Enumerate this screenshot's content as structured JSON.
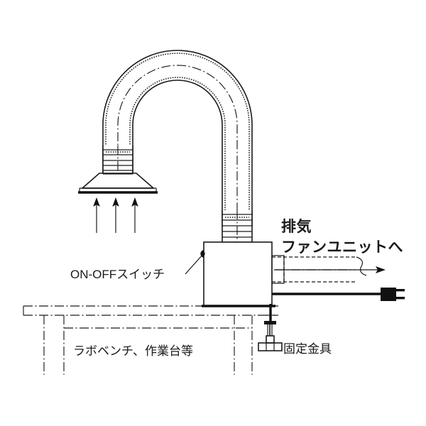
{
  "diagram": {
    "title": "Fume extraction arm bench mount diagram",
    "background_color": "#ffffff",
    "line_color": "#1a1a1a",
    "labels": {
      "switch": "ON-OFFスイッチ",
      "exhaust_line1": "排気",
      "exhaust_line2": "ファンユニットへ",
      "bench": "ラボベンチ、作業台等",
      "bracket": "固定金具"
    },
    "parts": {
      "hood": "intake-hood",
      "flex_arm": "flexible-duct-arm",
      "corrugated_upper": "corrugated-collar-upper",
      "corrugated_lower": "corrugated-collar-lower",
      "body": "blower-body-box",
      "switch_knob": "on-off-switch-knob",
      "outlet_duct": "exhaust-outlet-duct",
      "flow_arrow": "exhaust-flow-arrow",
      "power_cord": "power-cord",
      "plug": "power-plug",
      "bench": "lab-bench",
      "clamp": "fixing-bracket-clamp",
      "intake_arrows": "intake-airflow-arrows"
    },
    "intake_arrow_count": 3
  }
}
